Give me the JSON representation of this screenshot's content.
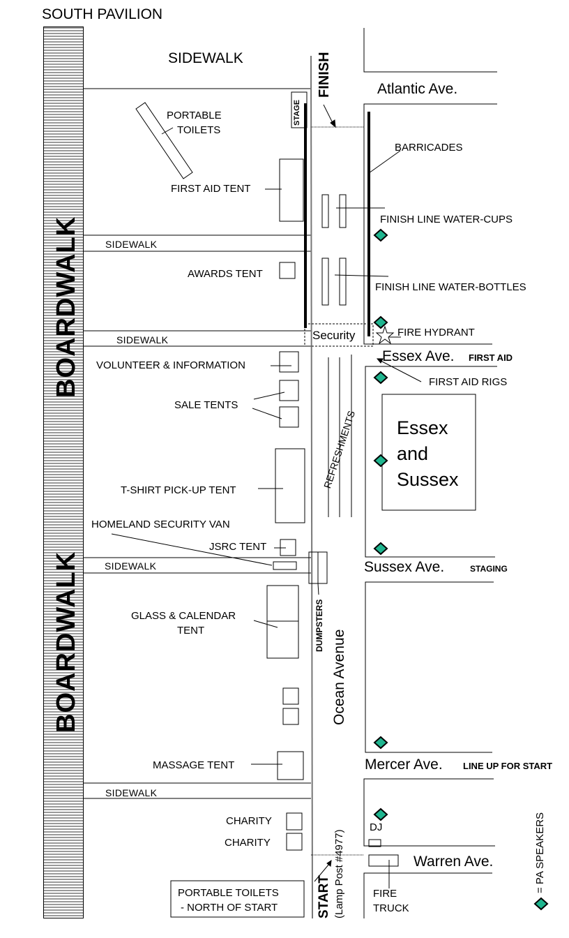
{
  "title": "SOUTH PAVILION",
  "boardwalk": {
    "label_upper": "BOARDWALK",
    "label_lower": "BOARDWALK"
  },
  "sidewalks": {
    "top": "SIDEWALK",
    "s1": "SIDEWALK",
    "s2": "SIDEWALK",
    "s3": "SIDEWALK",
    "s4": "SIDEWALK"
  },
  "finish": {
    "label": "FINISH",
    "stage": "STAGE"
  },
  "streets": {
    "atlantic": "Atlantic Ave.",
    "essex": "Essex Ave.",
    "essex_note": "FIRST AID",
    "sussex": "Sussex Ave.",
    "sussex_note": "STAGING",
    "mercer": "Mercer Ave.",
    "mercer_note": "LINE UP FOR START",
    "warren": "Warren Ave.",
    "ocean": "Ocean Avenue"
  },
  "block": {
    "line1": "Essex",
    "line2": "and",
    "line3": "Sussex"
  },
  "features": {
    "portable_toilets_1": "PORTABLE",
    "portable_toilets_2": "TOILETS",
    "first_aid_tent": "FIRST AID TENT",
    "barricades": "BARRICADES",
    "water_cups": "FINISH LINE WATER-CUPS",
    "awards_tent": "AWARDS TENT",
    "water_bottles": "FINISH LINE WATER-BOTTLES",
    "fire_hydrant": "FIRE HYDRANT",
    "security": "Security",
    "volunteer": "VOLUNTEER & INFORMATION",
    "first_aid_rigs": "FIRST AID RIGS",
    "sale_tents": "SALE TENTS",
    "refreshments": "REFRESHMENTS",
    "tshirt_tent": "T-SHIRT PICK-UP TENT",
    "homeland_van": "HOMELAND SECURITY VAN",
    "jsrc_tent": "JSRC TENT",
    "dumpsters": "DUMPSTERS",
    "glass_calendar_1": "GLASS & CALENDAR",
    "glass_calendar_2": "TENT",
    "massage_tent": "MASSAGE TENT",
    "charity_1": "CHARITY",
    "charity_2": "CHARITY",
    "dj": "DJ",
    "fire_truck_1": "FIRE",
    "fire_truck_2": "TRUCK",
    "portable_toilets_start_1": "PORTABLE TOILETS",
    "portable_toilets_start_2": "- NORTH OF START"
  },
  "start": {
    "label": "START",
    "lamp_post": "(Lamp Post #4977)"
  },
  "legend": {
    "text": "= PA SPEAKERS",
    "speaker_color": "#1fb58f"
  }
}
